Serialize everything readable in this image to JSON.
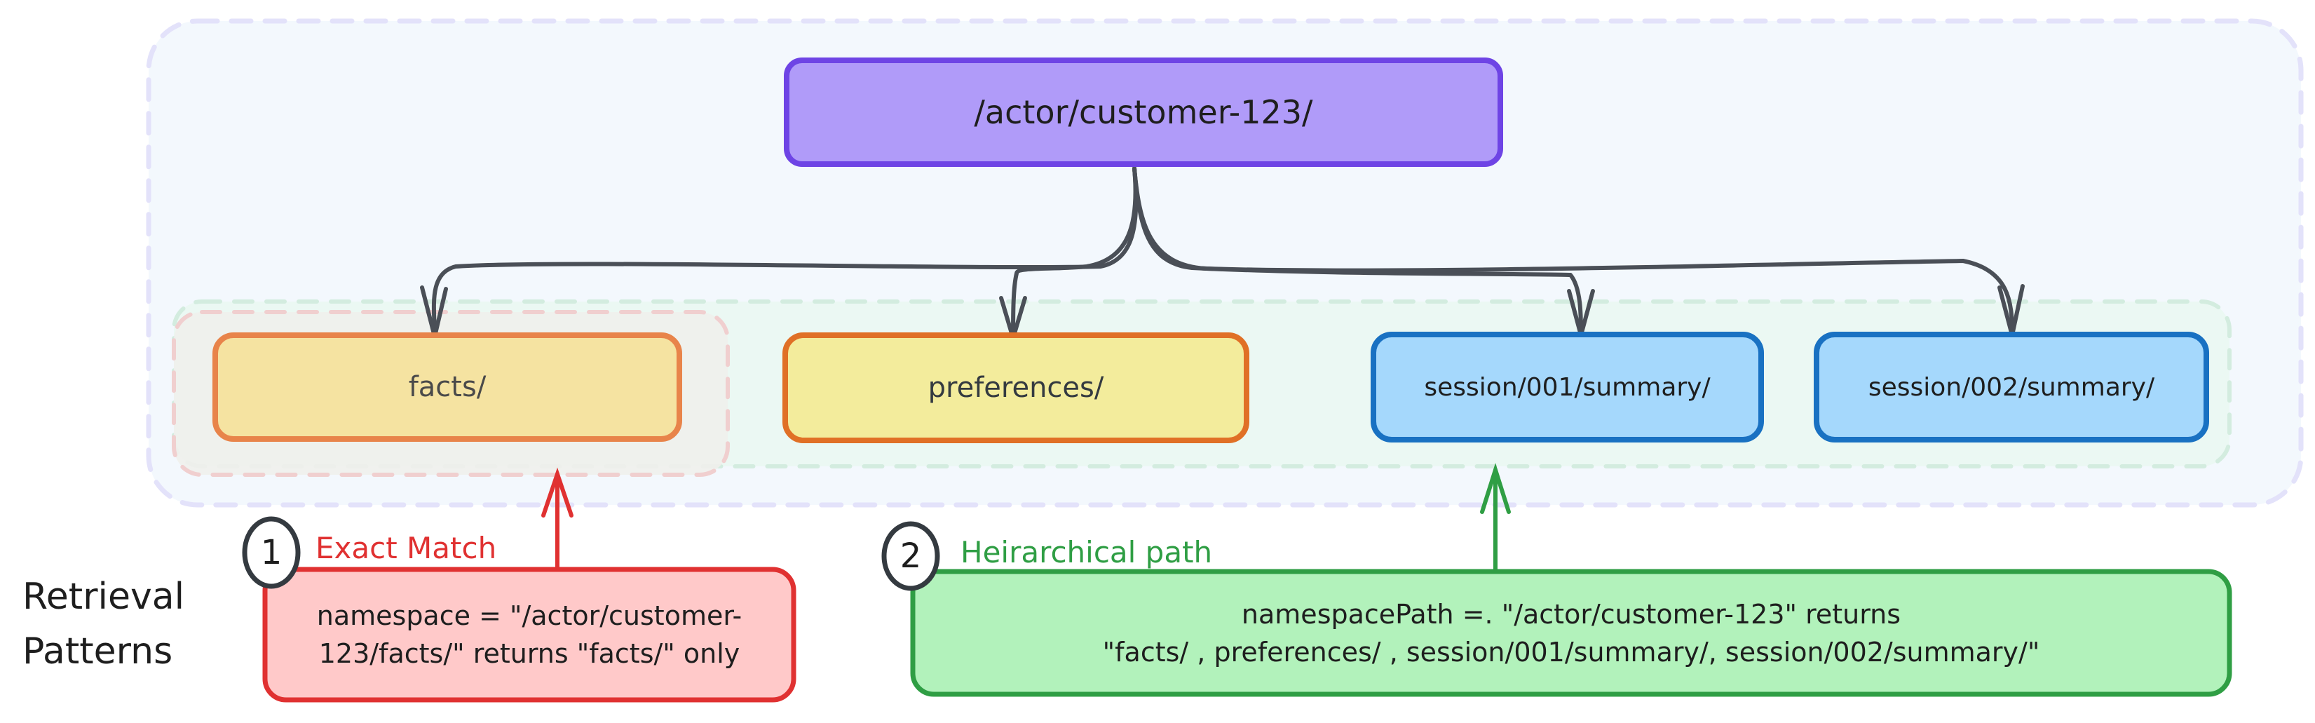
{
  "diagram": {
    "title": "Retrieval Patterns",
    "title_lines": [
      "Retrieval",
      "Patterns"
    ],
    "root": {
      "label": "/actor/customer-123/",
      "fill": "#b09bf9",
      "stroke": "#6e44e5"
    },
    "children": [
      {
        "id": "facts",
        "label": "facts/",
        "fill": "#f5e3a1",
        "stroke": "#e8844a"
      },
      {
        "id": "preferences",
        "label": "preferences/",
        "fill": "#f3ec9c",
        "stroke": "#e07026"
      },
      {
        "id": "session-001",
        "label": "session/001/summary/",
        "fill": "#a5d8fc",
        "stroke": "#1971c2"
      },
      {
        "id": "session-002",
        "label": "session/002/summary/",
        "fill": "#a5d8fc",
        "stroke": "#1971c2"
      }
    ],
    "groups": {
      "outer": {
        "fill": "#f3f8fd",
        "stroke": "#e3e2fa"
      },
      "children_group": {
        "fill": "#ebf8f3",
        "stroke": "#d3ecdf"
      },
      "exact_highlight": {
        "fill": "#f0f0ec",
        "stroke": "#f0cfcf"
      }
    },
    "connector_color": "#4a4f57",
    "patterns": [
      {
        "number": "1",
        "label": "Exact Match",
        "color": "#e03131",
        "fill": "#ffc9c9",
        "text_lines": [
          "namespace = \"/actor/customer-",
          "123/facts/\" returns \"facts/\" only"
        ],
        "target": "facts"
      },
      {
        "number": "2",
        "label": "Heirarchical path",
        "color": "#2f9e44",
        "fill": "#b2f2bb",
        "text_lines": [
          "namespacePath =. \"/actor/customer-123\" returns",
          "\"facts/ , preferences/ , session/001/summary/, session/002/summary/\""
        ],
        "target": "session-001"
      }
    ]
  }
}
